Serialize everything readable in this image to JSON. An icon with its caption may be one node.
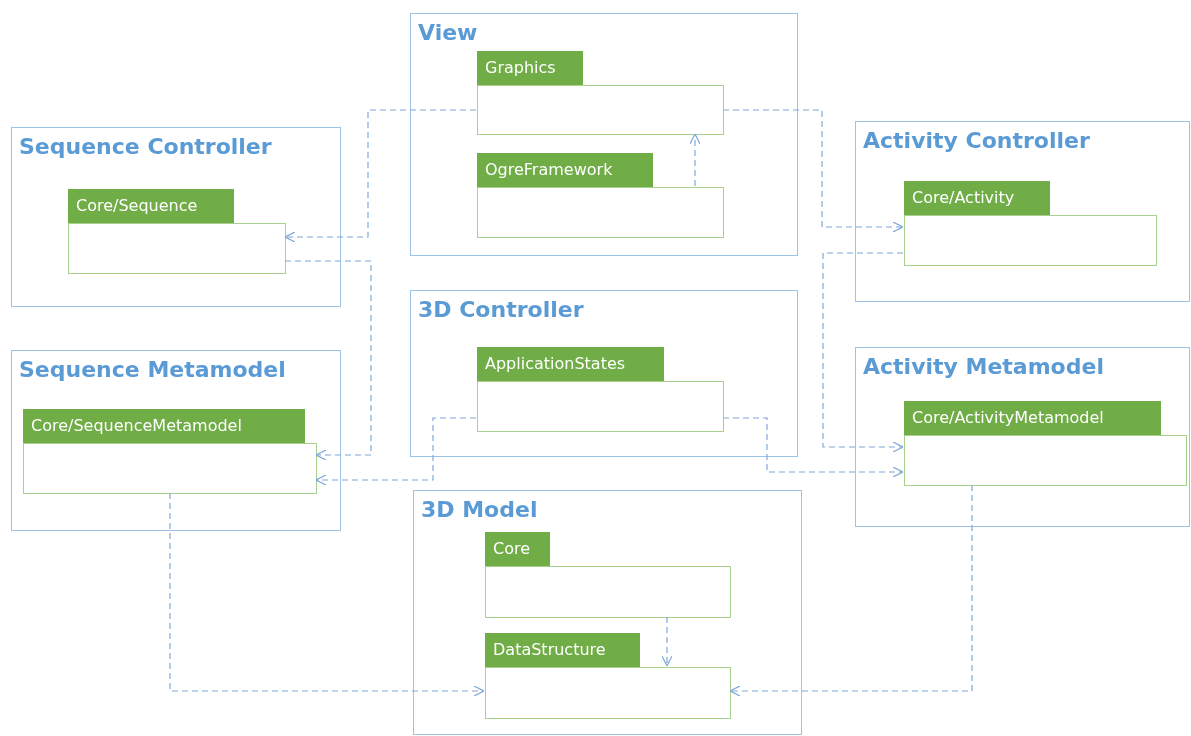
{
  "diagram": {
    "nodes": [
      {
        "text": [
          "View"
        ]
      },
      {
        "text": [
          "Graphics"
        ],
        "in": 0
      },
      {
        "text": [
          "OgreFramework"
        ],
        "in": 0
      },
      {
        "text": [
          "Sequence Controller"
        ]
      },
      {
        "text": [
          "Core/Sequence"
        ],
        "in": 3
      },
      {
        "text": [
          "Activity Controller"
        ]
      },
      {
        "text": [
          "Core/Activity"
        ],
        "in": 5
      },
      {
        "text": [
          "3D Controller"
        ]
      },
      {
        "text": [
          "ApplicationStates"
        ],
        "in": 7
      },
      {
        "text": [
          "Sequence Metamodel"
        ]
      },
      {
        "text": [
          "Core/SequenceMetamodel"
        ],
        "in": 9
      },
      {
        "text": [
          "Activity Metamodel"
        ]
      },
      {
        "text": [
          "Core/ActivityMetamodel"
        ],
        "in": 11
      },
      {
        "text": [
          "3D Model"
        ]
      },
      {
        "text": [
          "Core"
        ],
        "in": 13
      },
      {
        "text": [
          "DataStructure"
        ],
        "in": 13
      }
    ],
    "edges": [
      {
        "from": 2,
        "to": 1,
        "arrow": "to",
        "style": "dashed"
      },
      {
        "from": 1,
        "to": 4,
        "arrow": "to",
        "style": "dashed"
      },
      {
        "from": 1,
        "to": 6,
        "arrow": "to",
        "style": "dashed"
      },
      {
        "from": 4,
        "to": 10,
        "arrow": "to",
        "style": "dashed"
      },
      {
        "from": 8,
        "to": 10,
        "arrow": "to",
        "style": "dashed"
      },
      {
        "from": 6,
        "to": 12,
        "arrow": "to",
        "style": "dashed"
      },
      {
        "from": 8,
        "to": 12,
        "arrow": "to",
        "style": "dashed"
      },
      {
        "from": 14,
        "to": 15,
        "arrow": "to",
        "style": "dashed"
      },
      {
        "from": 10,
        "to": 15,
        "arrow": "to",
        "style": "dashed"
      },
      {
        "from": 12,
        "to": 15,
        "arrow": "to",
        "style": "dashed"
      }
    ]
  }
}
